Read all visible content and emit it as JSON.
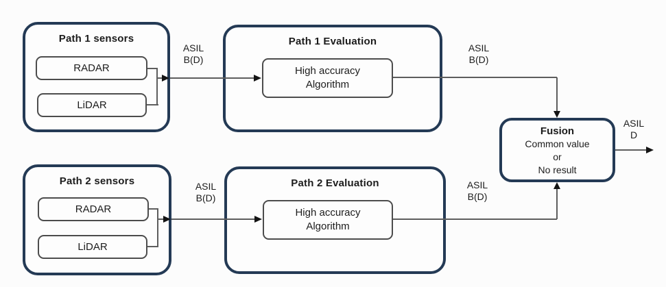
{
  "colors": {
    "outer_box_border": "#243a55",
    "inner_box_border": "#4c4c4c",
    "connector_line": "#5d5d5d",
    "arrowhead": "#141414",
    "text": "#1c1c1c",
    "background": "#fcfcfc"
  },
  "nodes": {
    "path1_sensors": {
      "title": "Path 1 sensors",
      "sensor1": "RADAR",
      "sensor2": "LiDAR"
    },
    "path1_evaluation": {
      "title": "Path 1 Evaluation",
      "algorithm_line1": "High accuracy",
      "algorithm_line2": "Algorithm"
    },
    "path2_sensors": {
      "title": "Path 2 sensors",
      "sensor1": "RADAR",
      "sensor2": "LiDAR"
    },
    "path2_evaluation": {
      "title": "Path 2 Evaluation",
      "algorithm_line1": "High accuracy",
      "algorithm_line2": "Algorithm"
    },
    "fusion": {
      "title": "Fusion",
      "body_line1": "Common value",
      "body_line2": "or",
      "body_line3": "No result"
    }
  },
  "labels": {
    "p1_sensors_to_eval": {
      "line1": "ASIL",
      "line2": "B(D)"
    },
    "p1_eval_to_fusion": {
      "line1": "ASIL",
      "line2": "B(D)"
    },
    "p2_sensors_to_eval": {
      "line1": "ASIL",
      "line2": "B(D)"
    },
    "p2_eval_to_fusion": {
      "line1": "ASIL",
      "line2": "B(D)"
    },
    "fusion_output": {
      "line1": "ASIL",
      "line2": "D"
    }
  }
}
